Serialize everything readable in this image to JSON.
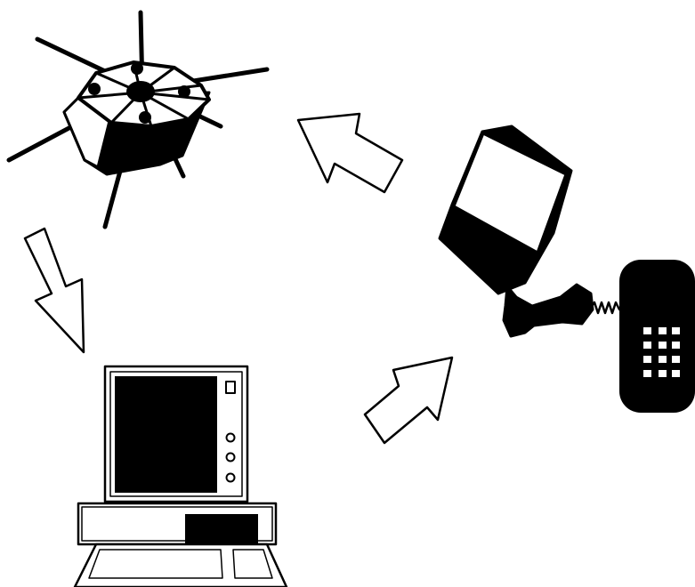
{
  "diagram": {
    "nodes": [
      {
        "id": "satellite",
        "icon": "satellite-icon"
      },
      {
        "id": "computer",
        "icon": "desktop-computer-icon"
      },
      {
        "id": "phone-modem",
        "icon": "modem-handset-icon"
      }
    ],
    "edges": [
      {
        "from": "satellite",
        "to": "computer"
      },
      {
        "from": "computer",
        "to": "phone-modem"
      },
      {
        "from": "phone-modem",
        "to": "satellite"
      }
    ],
    "colors": {
      "ink": "#000000",
      "paper": "#ffffff"
    }
  }
}
